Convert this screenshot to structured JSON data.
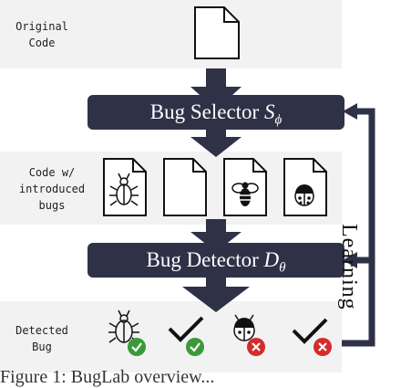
{
  "rows": {
    "original": {
      "label": "Original\nCode"
    },
    "introduced": {
      "label": "Code w/\nintroduced\nbugs"
    },
    "detected": {
      "label": "Detected\nBug"
    }
  },
  "selector": {
    "label": "Bug Selector ",
    "symbol": "S",
    "subscript": "ϕ"
  },
  "detector": {
    "label": "Bug Detector ",
    "symbol": "D",
    "subscript": "θ"
  },
  "feedback": {
    "label": "Learning"
  },
  "caption": {
    "text": "Figure 1: BugLab overview..."
  },
  "files": [
    {
      "bug": "beetle-icon"
    },
    {
      "bug": "none"
    },
    {
      "bug": "bee-icon"
    },
    {
      "bug": "ladybug-icon"
    }
  ],
  "detections": [
    {
      "mark": "beetle-icon",
      "badge": "check",
      "badge_color": "#3a9a3a"
    },
    {
      "mark": "checkmark-icon",
      "badge": "check",
      "badge_color": "#3a9a3a"
    },
    {
      "mark": "ladybug-icon",
      "badge": "cross",
      "badge_color": "#d42c2c"
    },
    {
      "mark": "checkmark-icon",
      "badge": "cross",
      "badge_color": "#d42c2c"
    }
  ],
  "colors": {
    "box": "#2f3247",
    "band": "#f2f2f2",
    "correct": "#3a9a3a",
    "wrong": "#d42c2c"
  }
}
